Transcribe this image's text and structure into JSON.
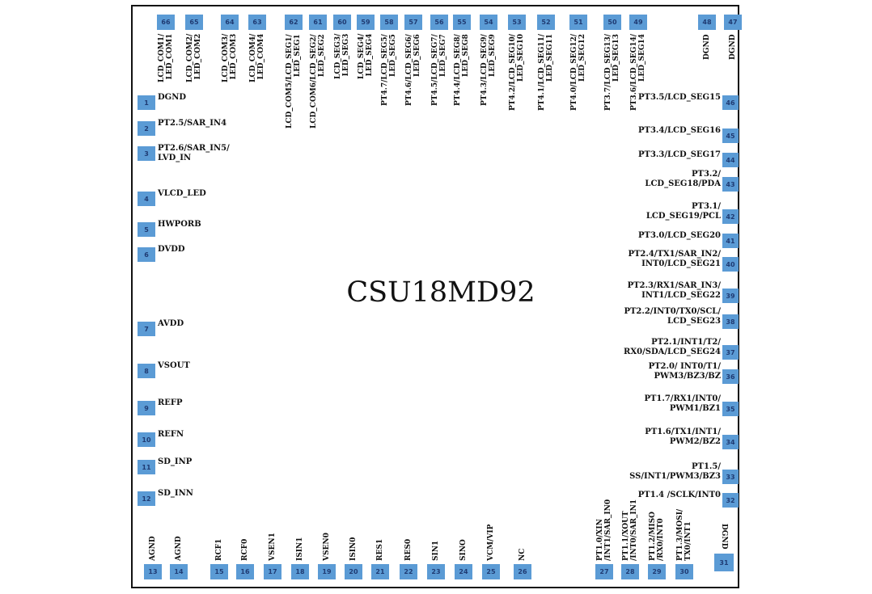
{
  "chip_name": "CSU18MD92",
  "colors": {
    "pad_fill": "#5b9bd5",
    "pad_text": "#1f3b73",
    "frame": "#111111"
  },
  "pins": [
    {
      "num": "1",
      "label": "DGND"
    },
    {
      "num": "2",
      "label": "PT2.5/SAR_IN4"
    },
    {
      "num": "3",
      "label": "PT2.6/SAR_IN5/\nLVD_IN"
    },
    {
      "num": "4",
      "label": "VLCD_LED"
    },
    {
      "num": "5",
      "label": "HWPORB"
    },
    {
      "num": "6",
      "label": "DVDD"
    },
    {
      "num": "7",
      "label": "AVDD"
    },
    {
      "num": "8",
      "label": "VSOUT"
    },
    {
      "num": "9",
      "label": "REFP"
    },
    {
      "num": "10",
      "label": "REFN"
    },
    {
      "num": "11",
      "label": "SD_INP"
    },
    {
      "num": "12",
      "label": "SD_INN"
    },
    {
      "num": "13",
      "label": "AGND"
    },
    {
      "num": "14",
      "label": "AGND"
    },
    {
      "num": "15",
      "label": "RCF1"
    },
    {
      "num": "16",
      "label": "RCF0"
    },
    {
      "num": "17",
      "label": "VSEN1"
    },
    {
      "num": "18",
      "label": "ISIN1"
    },
    {
      "num": "19",
      "label": "VSEN0"
    },
    {
      "num": "20",
      "label": "ISIN0"
    },
    {
      "num": "21",
      "label": "RES1"
    },
    {
      "num": "22",
      "label": "RES0"
    },
    {
      "num": "23",
      "label": "SIN1"
    },
    {
      "num": "24",
      "label": "SINO"
    },
    {
      "num": "25",
      "label": "VCM/VIP"
    },
    {
      "num": "26",
      "label": "NC"
    },
    {
      "num": "27",
      "label": "PT1.0/XIN\n/INT1/SAR_IN0"
    },
    {
      "num": "28",
      "label": "PT1.1/XOUT\n/INT0/SAR_IN1"
    },
    {
      "num": "29",
      "label": "PT1.2/MISO\n/RX0/INT0"
    },
    {
      "num": "30",
      "label": "PT1.3/MOSI/\nTX0/INT1"
    },
    {
      "num": "31",
      "label": "DGND"
    },
    {
      "num": "32",
      "label": "PT1.4 /SCLK/INT0"
    },
    {
      "num": "33",
      "label": "PT1.5/\nSS/INT1/PWM3/BZ3"
    },
    {
      "num": "34",
      "label": "PT1.6/TX1/INT1/\nPWM2/BZ2"
    },
    {
      "num": "35",
      "label": "PT1.7/RX1/INT0/\nPWM1/BZ1"
    },
    {
      "num": "36",
      "label": "PT2.0/ INT0/T1/\nPWM3/BZ3/BZ"
    },
    {
      "num": "37",
      "label": "PT2.1/INT1/T2/\nRX0/SDA/LCD_SEG24"
    },
    {
      "num": "38",
      "label": "PT2.2/INT0/TX0/SCL/\nLCD_SEG23"
    },
    {
      "num": "39",
      "label": "PT2.3/RX1/SAR_IN3/\nINT1/LCD_SEG22"
    },
    {
      "num": "40",
      "label": "PT2.4/TX1/SAR_IN2/\nINT0/LCD_SEG21"
    },
    {
      "num": "41",
      "label": "PT3.0/LCD_SEG20"
    },
    {
      "num": "42",
      "label": "PT3.1/\nLCD_SEG19/PCL"
    },
    {
      "num": "43",
      "label": "PT3.2/\nLCD_SEG18/PDA"
    },
    {
      "num": "44",
      "label": "PT3.3/LCD_SEG17"
    },
    {
      "num": "45",
      "label": "PT3.4/LCD_SEG16"
    },
    {
      "num": "46",
      "label": "PT3.5/LCD_SEG15"
    },
    {
      "num": "47",
      "label": "DGND"
    },
    {
      "num": "48",
      "label": "DGND"
    },
    {
      "num": "49",
      "label": "PT3.6/LCD_SEG14/\nLED_SEG14"
    },
    {
      "num": "50",
      "label": "PT3.7/LCD_SEG13/\nLED_SEG13"
    },
    {
      "num": "51",
      "label": "PT4.0/LCD_SEG12/\nLED_SEG12"
    },
    {
      "num": "52",
      "label": "PT4.1/LCD_SEG11/\nLED_SEG11"
    },
    {
      "num": "53",
      "label": "PT4.2/LCD_SEG10/\nLED_SEG10"
    },
    {
      "num": "54",
      "label": "PT4.3/LCD_SEG9/\nLED_SEG9"
    },
    {
      "num": "55",
      "label": "PT4.4/LCD_SEG8/\nLED_SEG8"
    },
    {
      "num": "56",
      "label": "PT4.5/LCD_SEG7/\nLED_SEG7"
    },
    {
      "num": "57",
      "label": "PT4.6/LCD_SEG6/\nLED_SEG6"
    },
    {
      "num": "58",
      "label": "PT4.7/LCD_SEG5/\nLED_SEG5"
    },
    {
      "num": "59",
      "label": "LCD_SEG4/\nLED_SEG4"
    },
    {
      "num": "60",
      "label": "LCD_SEG3/\nLED_SEG3"
    },
    {
      "num": "61",
      "label": "LCD_COM6/LCD_SEG2/\nLED_SEG2"
    },
    {
      "num": "62",
      "label": "LCD_COM5/LCD_SEG1/\nLED_SEG1"
    },
    {
      "num": "63",
      "label": "LCD_COM4/\nLED_COM4"
    },
    {
      "num": "64",
      "label": "LCD_COM3/\nLED_COM3"
    },
    {
      "num": "65",
      "label": "LCD_COM2/\nLED_COM2"
    },
    {
      "num": "66",
      "label": "LCD_COM1/\nLED_COM1"
    }
  ]
}
